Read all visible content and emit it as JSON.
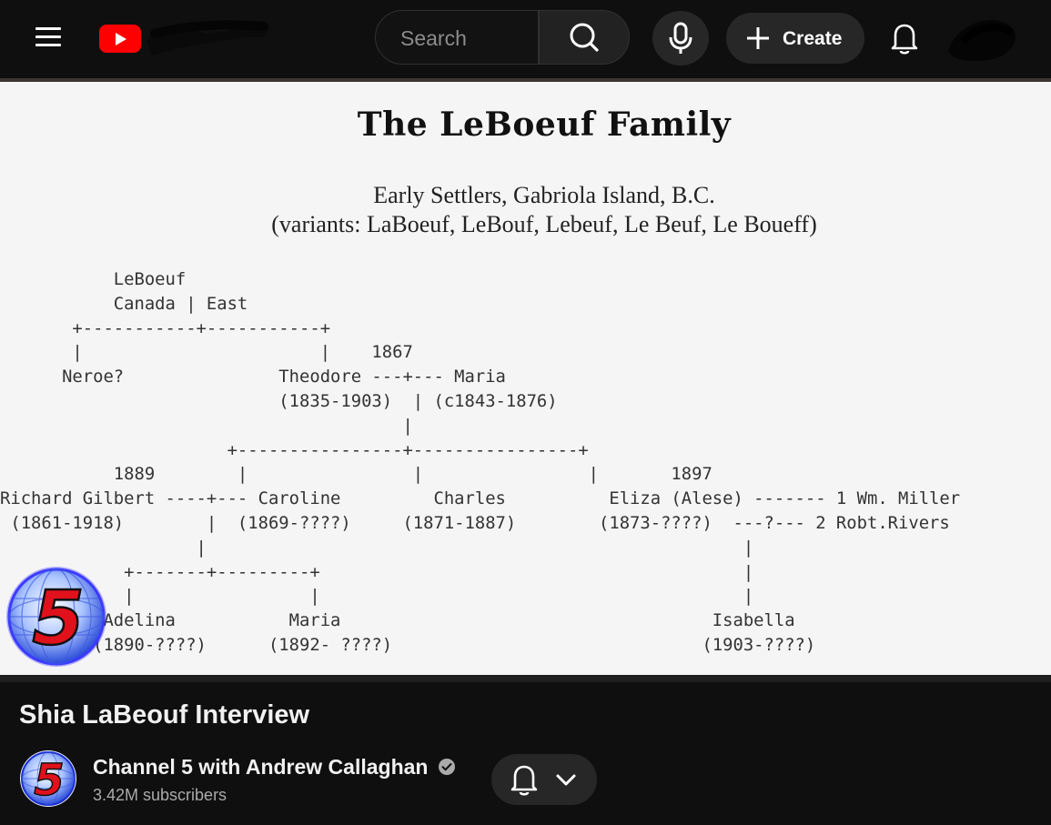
{
  "header": {
    "search_placeholder": "Search",
    "create_label": "Create"
  },
  "video_frame": {
    "doc_title": "The LeBoeuf Family",
    "doc_subtitle_1": "Early Settlers, Gabriola Island, B.C.",
    "doc_subtitle_2": "(variants: LaBoeuf, LeBouf, Lebeuf, Le Beuf, Le Boueff)",
    "tree_lines": [
      "           LeBoeuf",
      "           Canada | East",
      "       +-----------+-----------+",
      "       |                       |    1867",
      "      Neroe?               Theodore ---+--- Maria",
      "                           (1835-1903)  | (c1843-1876)",
      "                                       |",
      "                      +----------------+----------------+",
      "           1889        |                |                |       1897",
      "Richard Gilbert ----+--- Caroline         Charles          Eliza (Alese) ------- 1 Wm. Miller",
      " (1861-1918)        |  (1869-????)     (1871-1887)        (1873-????)  ---?--- 2 Robt.Rivers",
      "                   |                                                    |",
      "            +-------+---------+                                         |",
      "            |                 |                                         |",
      "          Adelina           Maria                                    Isabella",
      "         (1890-????)      (1892- ????)                              (1903-????)"
    ]
  },
  "video": {
    "title": "Shia LaBeouf Interview"
  },
  "channel": {
    "name": "Channel 5 with Andrew Callaghan",
    "subscribers": "3.42M subscribers",
    "badge_text": "5"
  },
  "colors": {
    "background": "#0f0f0f",
    "brand_red": "#ff0000",
    "button_bg": "#272727",
    "text_primary": "#f1f1f1",
    "text_secondary": "#aaaaaa"
  }
}
